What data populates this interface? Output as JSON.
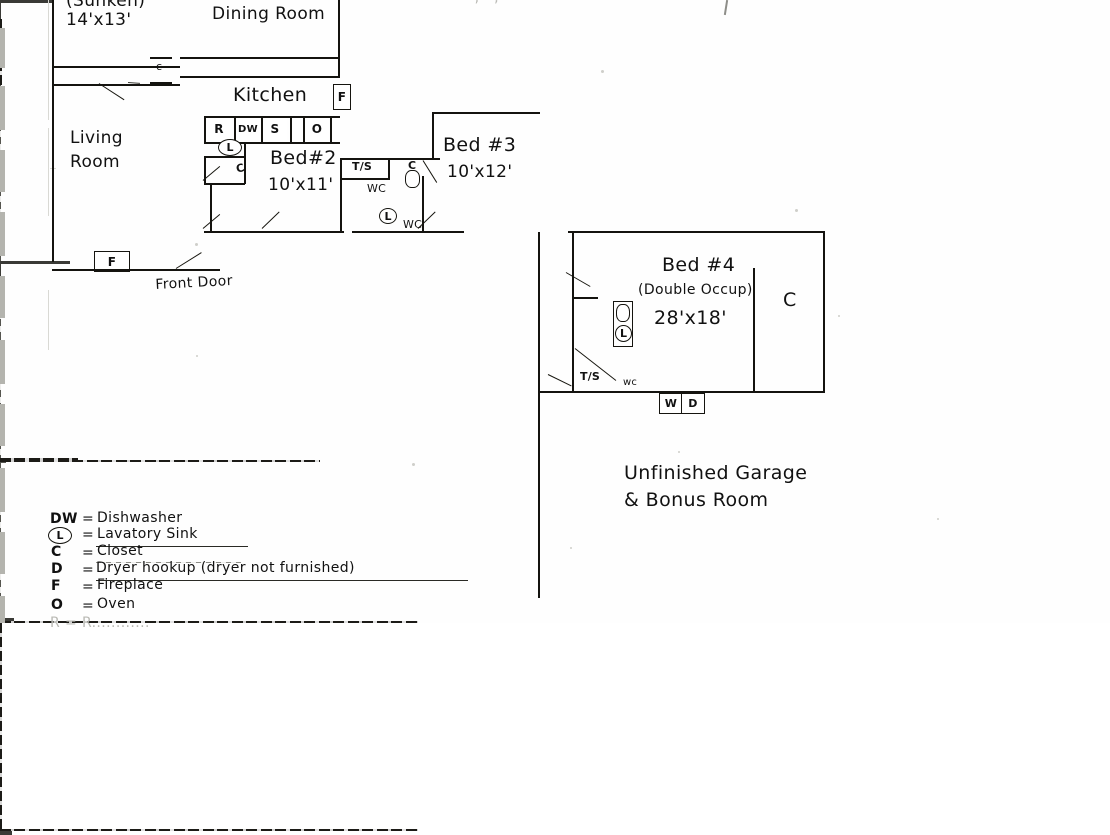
{
  "document": {
    "kind": "hand-drawn-floor-plan-scan",
    "title_visible": false
  },
  "rooms": [
    {
      "id": "living",
      "name": "Living\nRoom",
      "name_line1": "Living",
      "name_line2": "Room",
      "dimensions": ""
    },
    {
      "id": "sunken",
      "name": "(Sunken)",
      "dimensions": "14'x13'",
      "note": "room name cropped at top edge"
    },
    {
      "id": "dining",
      "name": "Dining Room",
      "dimensions": "",
      "note": "line above cropped at top edge"
    },
    {
      "id": "kitchen",
      "name": "Kitchen",
      "dimensions": ""
    },
    {
      "id": "bed2",
      "name": "Bed#2",
      "dimensions": "10'x11'"
    },
    {
      "id": "bed3",
      "name": "Bed #3",
      "dimensions": "10'x12'"
    },
    {
      "id": "bed4",
      "name": "Bed #4",
      "occupancy": "(Double Occup)",
      "dimensions": "28'x18'"
    },
    {
      "id": "garage",
      "name_line1": "Unfinished Garage",
      "name_line2": "& Bonus Room",
      "dimensions": ""
    }
  ],
  "annotations": {
    "front_door": "Front Door",
    "fireplace_box": "F",
    "kitchen_fireplace_box": "F",
    "closet_upper": "c",
    "closet_bed2": "C",
    "closet_bath": "C",
    "closet_bed4": "C",
    "tub_shower_upper": "T/S",
    "tub_shower_lower": "T/S",
    "water_closet_1": "WC",
    "water_closet_2": "WC",
    "water_closet_3": "wc",
    "washer": "W",
    "dryer": "D",
    "lav_sink": "L"
  },
  "kitchen_appliances": [
    {
      "code": "R",
      "name": "refrigerator"
    },
    {
      "code": "DW",
      "name": "dishwasher"
    },
    {
      "code": "S",
      "name": "sink"
    },
    {
      "code": "O",
      "name": "oven"
    }
  ],
  "legend": {
    "entries": [
      {
        "symbol": "DW",
        "sep": "=",
        "meaning": "Dishwasher",
        "circled": false,
        "underlined": false
      },
      {
        "symbol": "L",
        "sep": "=",
        "meaning": "Lavatory Sink",
        "circled": true,
        "underlined": true
      },
      {
        "symbol": "C",
        "sep": "=",
        "meaning": "Closet",
        "circled": false,
        "underlined": true
      },
      {
        "symbol": "D",
        "sep": "=",
        "meaning": "Dryer hookup (dryer not furnished)",
        "circled": false,
        "underlined": true
      },
      {
        "symbol": "F",
        "sep": "=",
        "meaning": "Fireplace",
        "circled": false,
        "underlined": false
      },
      {
        "symbol": "O",
        "sep": "=",
        "meaning": "Oven",
        "circled": false,
        "underlined": false
      },
      {
        "symbol": "",
        "sep": "",
        "meaning": "",
        "circled": false,
        "underlined": false,
        "note": "final line cropped off at bottom edge, illegible"
      }
    ]
  },
  "colors": {
    "ink": "#14130f",
    "paper": "#ffffff",
    "faint_ink": "#9a9a95",
    "scan_artifact": "#c9c9c4"
  }
}
